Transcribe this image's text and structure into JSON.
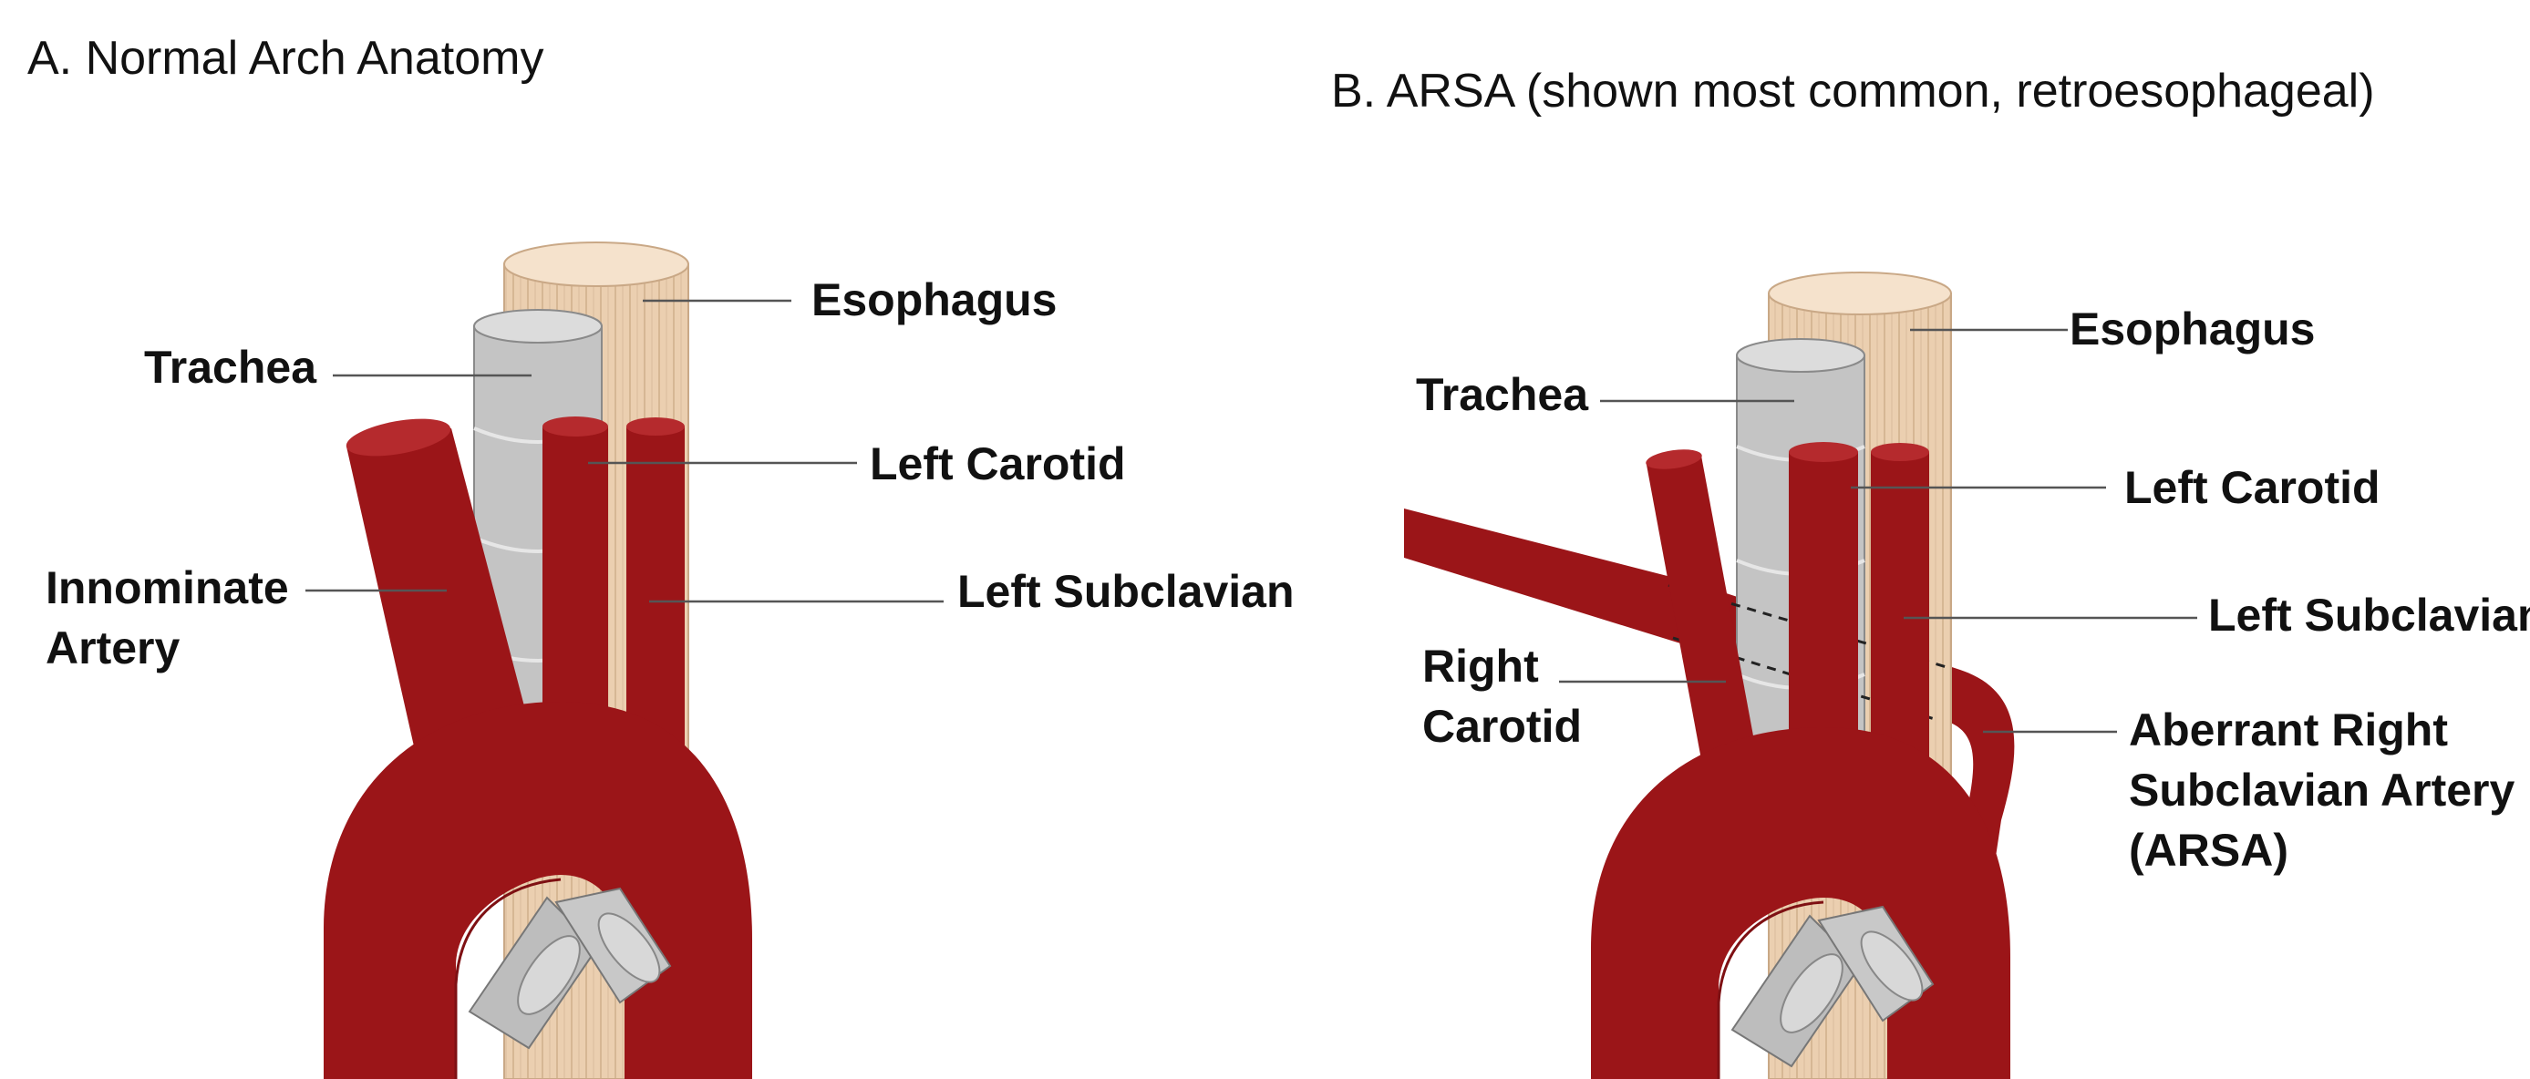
{
  "colors": {
    "artery": "#9b1518",
    "artery_top": "#b52a2d",
    "artery_shadow": "#7e1013",
    "esophagus": "#ebcfb0",
    "esophagus_top": "#f5e2cc",
    "trachea": "#c4c4c4",
    "trachea_top": "#dcdcdc",
    "leader": "#555555"
  },
  "panel_a": {
    "title": "A. Normal Arch Anatomy",
    "labels": {
      "esophagus": "Esophagus",
      "trachea": "Trachea",
      "left_carotid": "Left Carotid",
      "innominate_line1": "Innominate",
      "innominate_line2": "Artery",
      "left_subclavian": "Left Subclavian"
    }
  },
  "panel_b": {
    "title": "B. ARSA  (shown most common, retroesophageal)",
    "labels": {
      "esophagus": "Esophagus",
      "trachea": "Trachea",
      "left_carotid": "Left Carotid",
      "left_subclavian": "Left Subclavian",
      "right_carotid_line1": "Right",
      "right_carotid_line2": "Carotid",
      "arsa_line1": "Aberrant Right",
      "arsa_line2": "Subclavian Artery",
      "arsa_line3": "(ARSA)"
    }
  }
}
